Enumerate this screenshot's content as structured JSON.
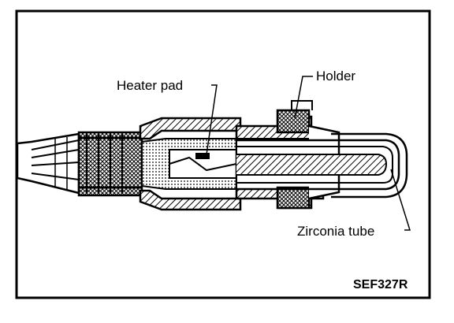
{
  "labels": {
    "heater_pad": "Heater pad",
    "holder": "Holder",
    "zirconia_tube": "Zirconia tube",
    "figure_code": "SEF327R"
  },
  "colors": {
    "ink": "#000000",
    "paper": "#ffffff"
  }
}
